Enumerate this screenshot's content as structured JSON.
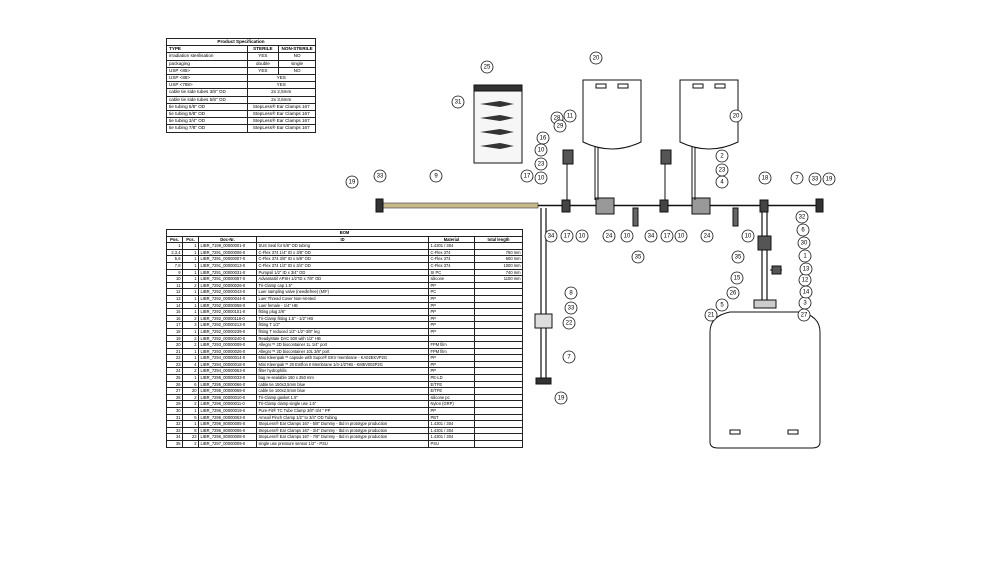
{
  "spec": {
    "title": "Product Specification",
    "headers": [
      "TYPE",
      "STERILE",
      "NON-STERILE"
    ],
    "rows": [
      [
        "irradiation sterilisation",
        "YES",
        "NO"
      ],
      [
        "packaging",
        "double",
        "single"
      ],
      [
        "USP <85>",
        "YES",
        "NO"
      ],
      [
        "USP <88>",
        "YES"
      ],
      [
        "USP <788>",
        "YES"
      ],
      [
        "cable tie side tubes 3/8\" OD",
        "2x 2,5mm"
      ],
      [
        "cable tie side tubes 5/8\" OD",
        "2x 3,6mm"
      ],
      [
        "tie tubing 5/8\" OD",
        "StepLess® Ear Clamps 167"
      ],
      [
        "tie tubing 5/8\" OD",
        "StepLess® Ear Clamps 167"
      ],
      [
        "tie tubing 3/4\" OD",
        "StepLess® Ear Clamps 167"
      ],
      [
        "tie tubing 7/8\" OD",
        "StepLess® Ear Clamps 167"
      ]
    ]
  },
  "bom": {
    "title": "BOM",
    "headers": [
      "Pos.",
      "Pcs.",
      "Doc-Nr.",
      "ID",
      "Material",
      "total length"
    ],
    "rows": [
      [
        "1",
        "1",
        "LIBR_7199_00000001-0",
        "SUS Seal for 5/8\" OD tubing",
        "1.4301 / 304",
        ""
      ],
      [
        "2,3,4",
        "1",
        "LIBR_7291_00000006-0",
        "C-Flex 374 1/4\" ID x 3/8\" OD",
        "C-Flex 374",
        "750 mm"
      ],
      [
        "5,6",
        "1",
        "LIBR_7291_00000007-0",
        "C-Flex 374 3/8\" ID x 5/8\" OD",
        "C-Flex 374",
        "600 mm"
      ],
      [
        "7,8",
        "1",
        "LIBR_7291_00000013-0",
        "C-Flex 374 1/2\" ID x 3/4\" OD",
        "C-Flex 374",
        "1000 mm"
      ],
      [
        "9",
        "1",
        "LIBR_7291_00000031-0",
        "Pumpsil 1/2\" ID x 3/4\" OD",
        "SI PC",
        "740 mm"
      ],
      [
        "10",
        "1",
        "LIBR_7291_00000057-0",
        "AdvantaSil APSH 1/2\"ID x 7/8\" OD",
        "silicone",
        "1100 mm"
      ],
      [
        "11",
        "2",
        "LIBR_7292_00000026-0",
        "Tri-Clamp cap 1.5\"",
        "PP",
        ""
      ],
      [
        "12",
        "1",
        "LIBR_7292_00000043-0",
        "Luer sampling valve (needlefree) (M/F)",
        "PC",
        ""
      ],
      [
        "13",
        "1",
        "LIBR_7292_00000044-0",
        "Luer Thread Cover Non-Vented",
        "PP",
        ""
      ],
      [
        "14",
        "1",
        "LIBR_7292_00000058-0",
        "Luer female - 1/4\" HB",
        "PP",
        ""
      ],
      [
        "15",
        "1",
        "LIBR_7292_00000101-0",
        "fitting plug 3/8\"",
        "PP",
        ""
      ],
      [
        "16",
        "2",
        "LIBR_7292_00000118-0",
        "Tri-Clamp fitting 1.5\" - 1/2\" HB",
        "PP",
        ""
      ],
      [
        "17",
        "3",
        "LIBR_7292_00000213-0",
        "fitting T 1/2\"",
        "PP",
        ""
      ],
      [
        "18",
        "1",
        "LIBR_7292_00000239-0",
        "fitting T reduced 1/2\"-1/2\"-3/8\" leg",
        "PP",
        ""
      ],
      [
        "19",
        "2",
        "LIBR_7292_00000240-0",
        "ReadyMate DAC 500 with 1/2\" HB",
        "",
        ""
      ],
      [
        "20",
        "2",
        "LIBR_7293_00000009-0",
        "Allegro™ 2D biocontainer 1L 1/4\" port",
        "FPM film",
        ""
      ],
      [
        "21",
        "1",
        "LIBR_7293_00000026-0",
        "Allegro™ 2D biocontainer 10L 3/8\" port",
        "FPM film",
        ""
      ],
      [
        "22",
        "1",
        "LIBR_7294_00000014-0",
        "Mini Kleenpak™ capsule with Supor® EKV membrane - KA02EKVP2G",
        "PP",
        ""
      ],
      [
        "23",
        "4",
        "LIBR_7294_00000018-0",
        "Mini Kleenpak™ 20 Emflon II Membrane 1/4-1/2\"HB - KM5V002P2G",
        "PP",
        ""
      ],
      [
        "24",
        "2",
        "LIBR_7294_00000053-0",
        "filter hydrophilic",
        "PP",
        ""
      ],
      [
        "25",
        "1",
        "LIBR_7295_00000033-0",
        "bag re-sealable 150 x 250 mm",
        "PE-LD",
        ""
      ],
      [
        "26",
        "6",
        "LIBR_7295_00000066-0",
        "cable tie 150x3,5mm blue",
        "E/TFE",
        ""
      ],
      [
        "27",
        "20",
        "LIBR_7295_00000069-0",
        "cable tie 100x2,5mm blue",
        "E/TFE",
        ""
      ],
      [
        "28",
        "2",
        "LIBR_7296_00000010-0",
        "Tri-Clamp gasket 1.5\"",
        "silicone pc",
        ""
      ],
      [
        "29",
        "2",
        "LIBR_7296_00000011-0",
        "Tri-Clamp clamp single use 1.5\"",
        "Nylon (GRP)",
        ""
      ],
      [
        "30",
        "1",
        "LIBR_7296_00000019-0",
        "Pure-Fit® TC Tube Clamp 3/8\"-3/4 \" PP",
        "PP",
        ""
      ],
      [
        "31",
        "5",
        "LIBR_7296_00000063-0",
        "Amsoil Pinch Clamp 1/2\" to 3/4\" OD Tubing",
        "PBT",
        ""
      ],
      [
        "32",
        "1",
        "LIBR_7296_80000005-0",
        "StepLess® Ear Clamps 167 - 5/8\" Dummy - tbd in prototype production",
        "1.4301 / 304",
        ""
      ],
      [
        "33",
        "8",
        "LIBR_7296_80000006-0",
        "StepLess® Ear Clamps 167 - 3/4\" Dummy - tbd in prototype production",
        "1.4301 / 304",
        ""
      ],
      [
        "34",
        "23",
        "LIBR_7296_80000008-0",
        "StepLess® Ear Clamps 167 - 7/8\" Dummy - tbd in prototype production",
        "1.4301 / 304",
        ""
      ],
      [
        "35",
        "2",
        "LIBR_7297_00000009-0",
        "single use pressure sensor 1/2\" - PSU",
        "PSU",
        ""
      ]
    ]
  },
  "callouts": [
    "1",
    "2",
    "3",
    "4",
    "5",
    "6",
    "7",
    "8",
    "9",
    "10",
    "11",
    "12",
    "13",
    "14",
    "15",
    "16",
    "17",
    "18",
    "19",
    "20",
    "21",
    "22",
    "23",
    "24",
    "25",
    "26",
    "27",
    "28",
    "29",
    "30",
    "31",
    "32",
    "33",
    "34",
    "35"
  ]
}
